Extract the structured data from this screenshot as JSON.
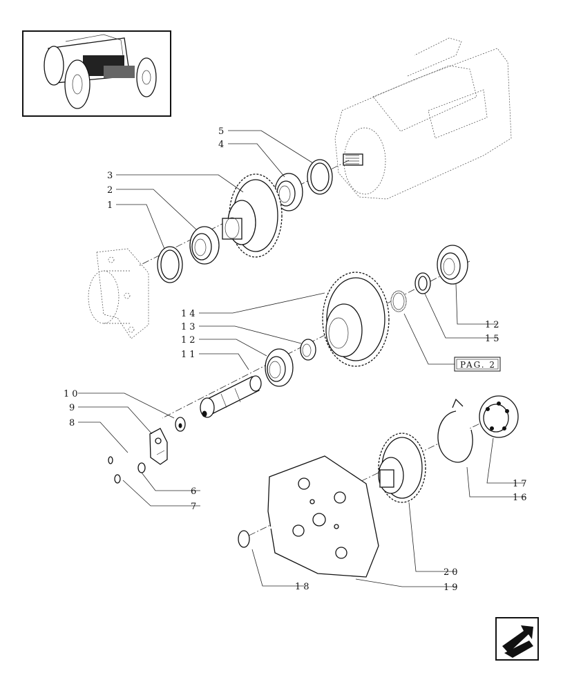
{
  "diagram": {
    "callouts": [
      "5",
      "4",
      "3",
      "2",
      "1",
      "14",
      "13",
      "12",
      "11",
      "10",
      "9",
      "8",
      "6",
      "7",
      "12",
      "15",
      "17",
      "16",
      "20",
      "19",
      "18"
    ],
    "page_reference": "PAG. 2"
  },
  "icons": {
    "thumbnail": "tractor-thumbnail-icon",
    "next_page": "next-page-arrow-icon"
  }
}
